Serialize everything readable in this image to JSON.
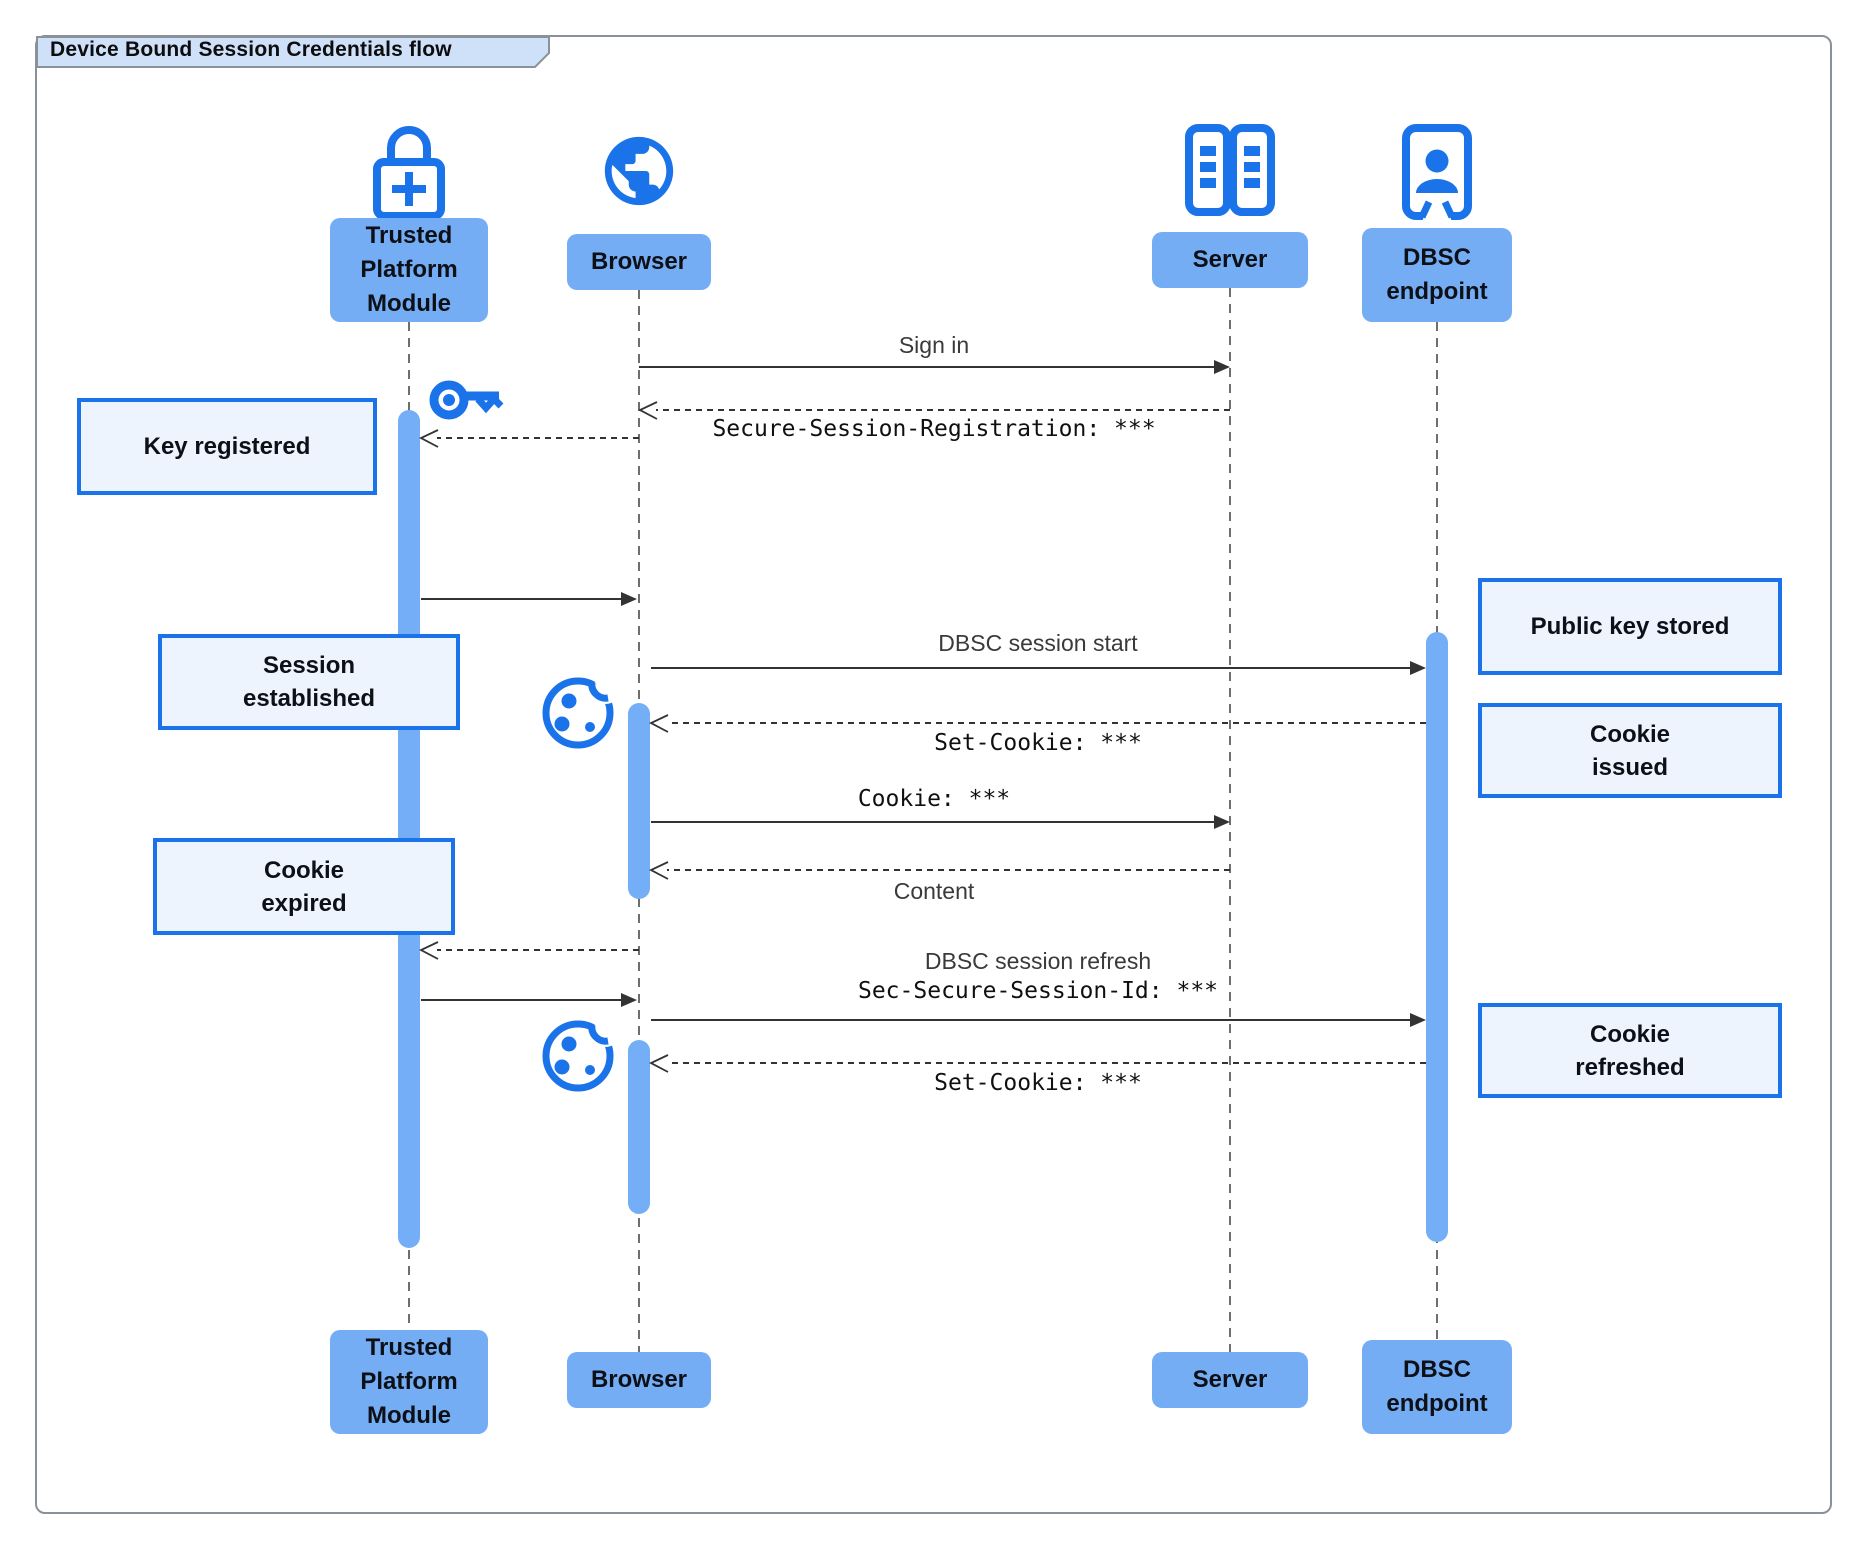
{
  "title": "Device Bound Session Credentials flow",
  "colors": {
    "accent_blue": "#1a73e8",
    "actor_fill": "#75adf4",
    "activation_fill": "#74aef6",
    "note_fill": "#edf4fd",
    "note_border": "#1a73e8",
    "title_tab_fill": "#cfe0f9",
    "frame_border": "#8b9199",
    "line_color": "#333333"
  },
  "actors": [
    {
      "id": "tpm",
      "label": "Trusted\nPlatform\nModule",
      "icon": "lock-plus-icon"
    },
    {
      "id": "browser",
      "label": "Browser",
      "icon": "globe-icon"
    },
    {
      "id": "server",
      "label": "Server",
      "icon": "server-racks-icon"
    },
    {
      "id": "dbsc",
      "label": "DBSC\nendpoint",
      "icon": "endpoint-person-icon"
    }
  ],
  "notes": [
    {
      "id": "key-registered",
      "text": "Key registered",
      "side": "left"
    },
    {
      "id": "session-established",
      "text": "Session\nestablished",
      "side": "left"
    },
    {
      "id": "cookie-expired",
      "text": "Cookie\nexpired",
      "side": "left"
    },
    {
      "id": "public-key-stored",
      "text": "Public key stored",
      "side": "right"
    },
    {
      "id": "cookie-issued",
      "text": "Cookie\nissued",
      "side": "right"
    },
    {
      "id": "cookie-refreshed",
      "text": "Cookie\nrefreshed",
      "side": "right"
    }
  ],
  "messages": [
    {
      "id": "sign-in",
      "label": "Sign in",
      "from": "browser",
      "to": "server",
      "style": "solid"
    },
    {
      "id": "secure-session-registration",
      "label": "Secure-Session-Registration: ***",
      "from": "server",
      "to": "browser",
      "style": "dashed"
    },
    {
      "id": "dbsc-session-start",
      "label": "DBSC session start",
      "from": "browser",
      "to": "dbsc",
      "style": "solid"
    },
    {
      "id": "set-cookie-1",
      "label": "Set-Cookie: ***",
      "from": "dbsc",
      "to": "browser",
      "style": "dashed"
    },
    {
      "id": "cookie",
      "label": "Cookie: ***",
      "from": "browser",
      "to": "server",
      "style": "solid"
    },
    {
      "id": "content",
      "label": "Content",
      "from": "server",
      "to": "browser",
      "style": "dashed"
    },
    {
      "id": "dbsc-session-refresh",
      "label": "DBSC session refresh",
      "from": "browser",
      "to": "dbsc",
      "style": "solid"
    },
    {
      "id": "sec-secure-session-id",
      "label": "Sec-Secure-Session-Id: ***",
      "from": "browser",
      "to": "dbsc",
      "style": "solid"
    },
    {
      "id": "set-cookie-2",
      "label": "Set-Cookie: ***",
      "from": "dbsc",
      "to": "browser",
      "style": "dashed"
    }
  ]
}
